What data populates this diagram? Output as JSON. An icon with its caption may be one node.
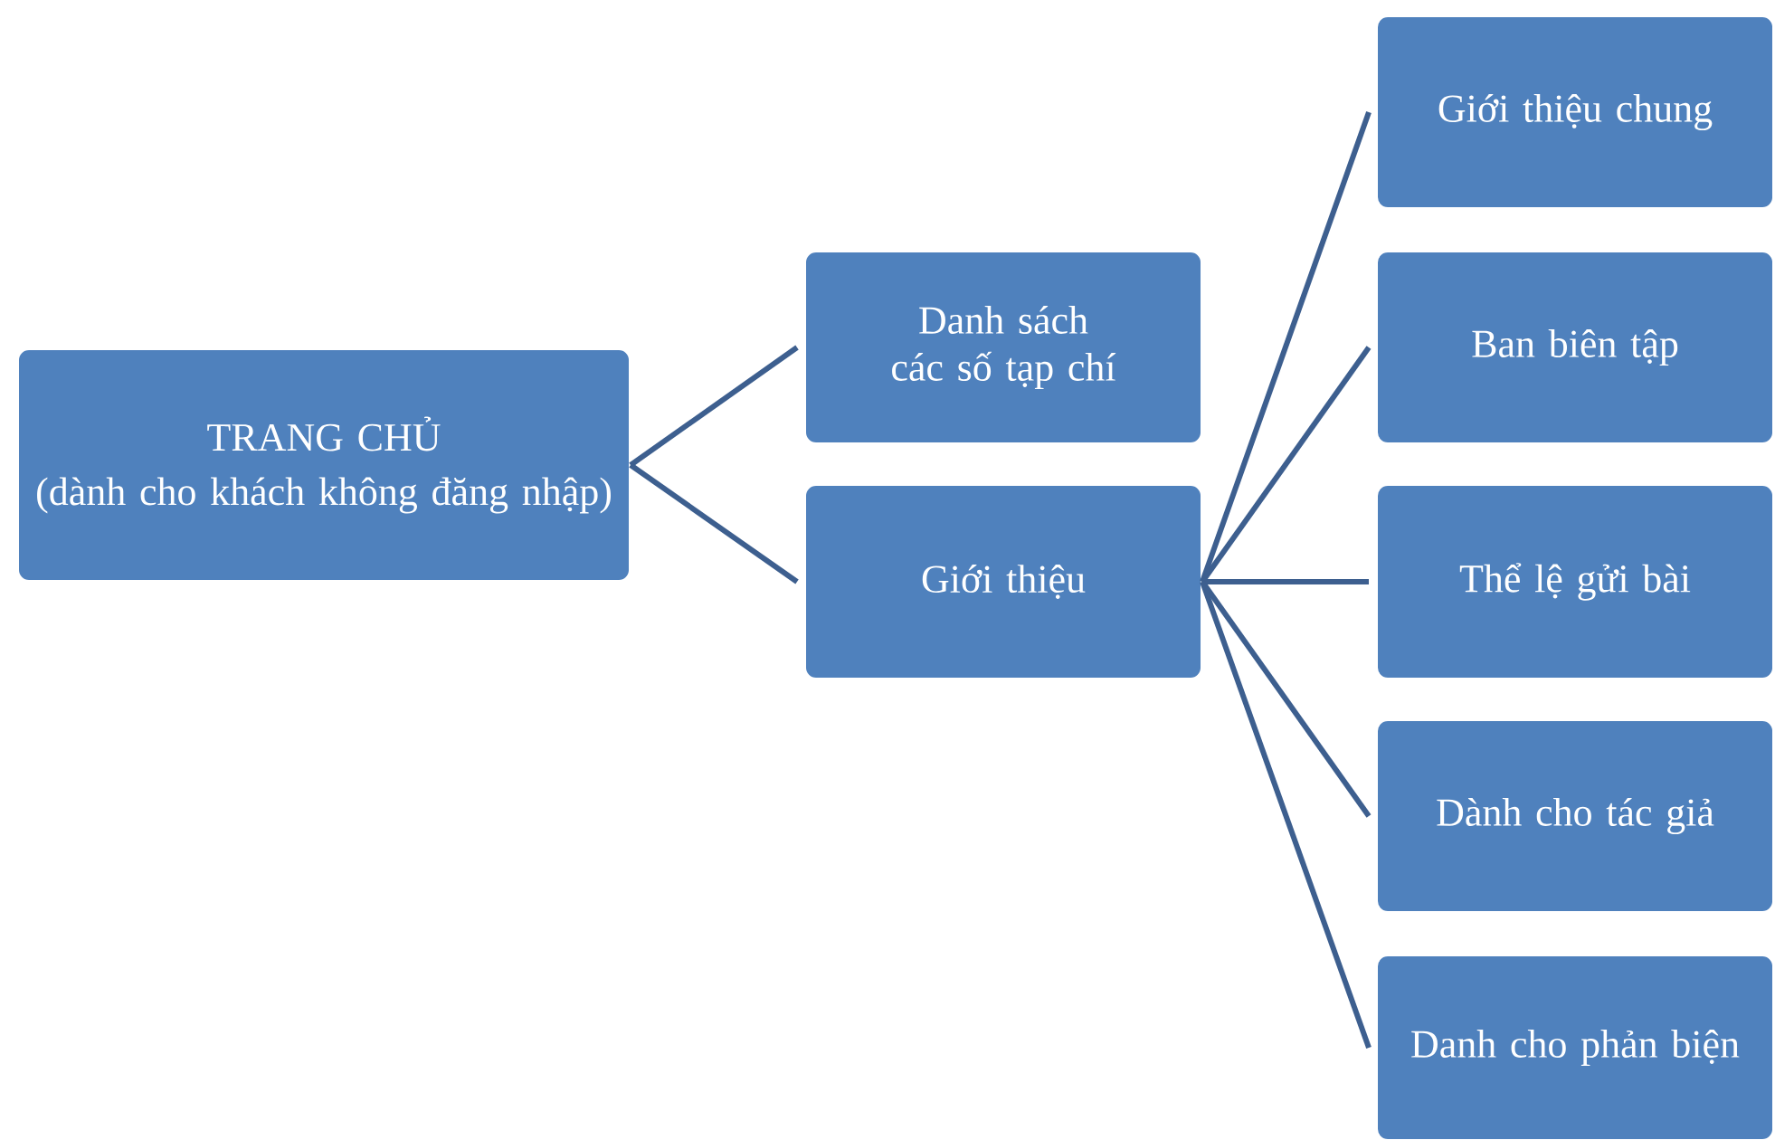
{
  "diagram": {
    "nodes": [
      {
        "text": [
          "TRANG CHỦ",
          "(dành cho khách không đăng nhập)"
        ]
      },
      {
        "text": [
          "Danh sách các số tạp chí"
        ]
      },
      {
        "text": [
          "Giới thiệu"
        ]
      },
      {
        "text": [
          "Giới thiệu chung"
        ]
      },
      {
        "text": [
          "Ban biên tập"
        ]
      },
      {
        "text": [
          "Thể lệ gửi bài"
        ]
      },
      {
        "text": [
          "Dành cho tác giả"
        ]
      },
      {
        "text": [
          "Danh cho phản biện"
        ]
      }
    ],
    "edges": [
      {
        "from": 0,
        "to": 1,
        "arrow": "none"
      },
      {
        "from": 0,
        "to": 2,
        "arrow": "none"
      },
      {
        "from": 2,
        "to": 3,
        "arrow": "none"
      },
      {
        "from": 2,
        "to": 4,
        "arrow": "none"
      },
      {
        "from": 2,
        "to": 5,
        "arrow": "none"
      },
      {
        "from": 2,
        "to": 6,
        "arrow": "none"
      },
      {
        "from": 2,
        "to": 7,
        "arrow": "none"
      }
    ]
  }
}
